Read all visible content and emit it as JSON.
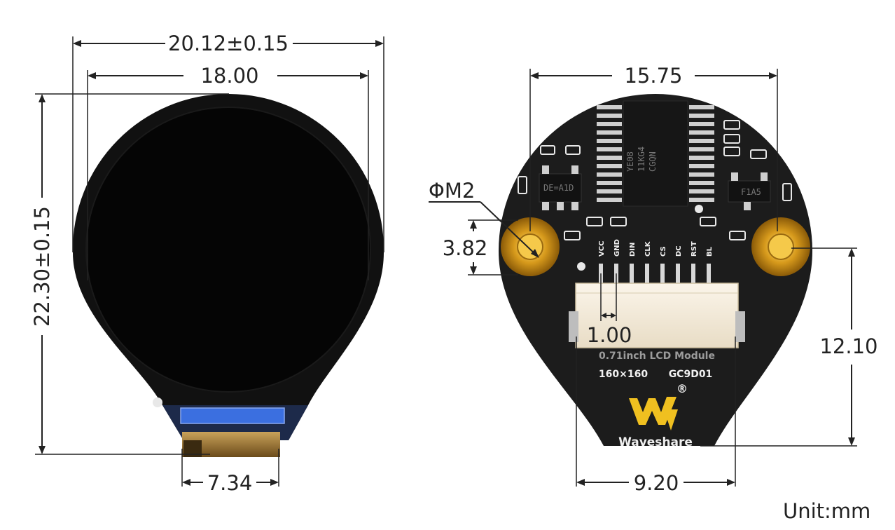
{
  "dimensions": {
    "front_width_total": "20.12±0.15",
    "front_width_display": "18.00",
    "front_height": "22.30±0.15",
    "front_fpc_width": "7.34",
    "back_hole_spacing": "15.75",
    "back_hole_label": "ΦM2",
    "back_hole_size": "3.82",
    "back_pin_pitch": "1.00",
    "back_hole_to_bottom": "12.10",
    "back_bottom_width": "9.20"
  },
  "board": {
    "pin_labels": [
      "VCC",
      "GND",
      "DIN",
      "CLK",
      "CS",
      "DC",
      "RST",
      "BL"
    ],
    "silk_title": "0.71inch LCD Module",
    "silk_resolution": "160×160",
    "silk_driver": "GC9D01",
    "brand": "Waveshare",
    "registered_mark": "®",
    "chip_text": [
      "YE08",
      "11KG4",
      "CGQN"
    ],
    "small_chip_text": "DE=A1D",
    "small_chip2_text": "F1A5"
  },
  "unit": "Unit:mm",
  "colors": {
    "pcb": "#1c1c1c",
    "display": "#0a0a0a",
    "gold": "#d4a017",
    "fpc_blue": "#3b6fe0",
    "connector": "#f4ead8"
  }
}
